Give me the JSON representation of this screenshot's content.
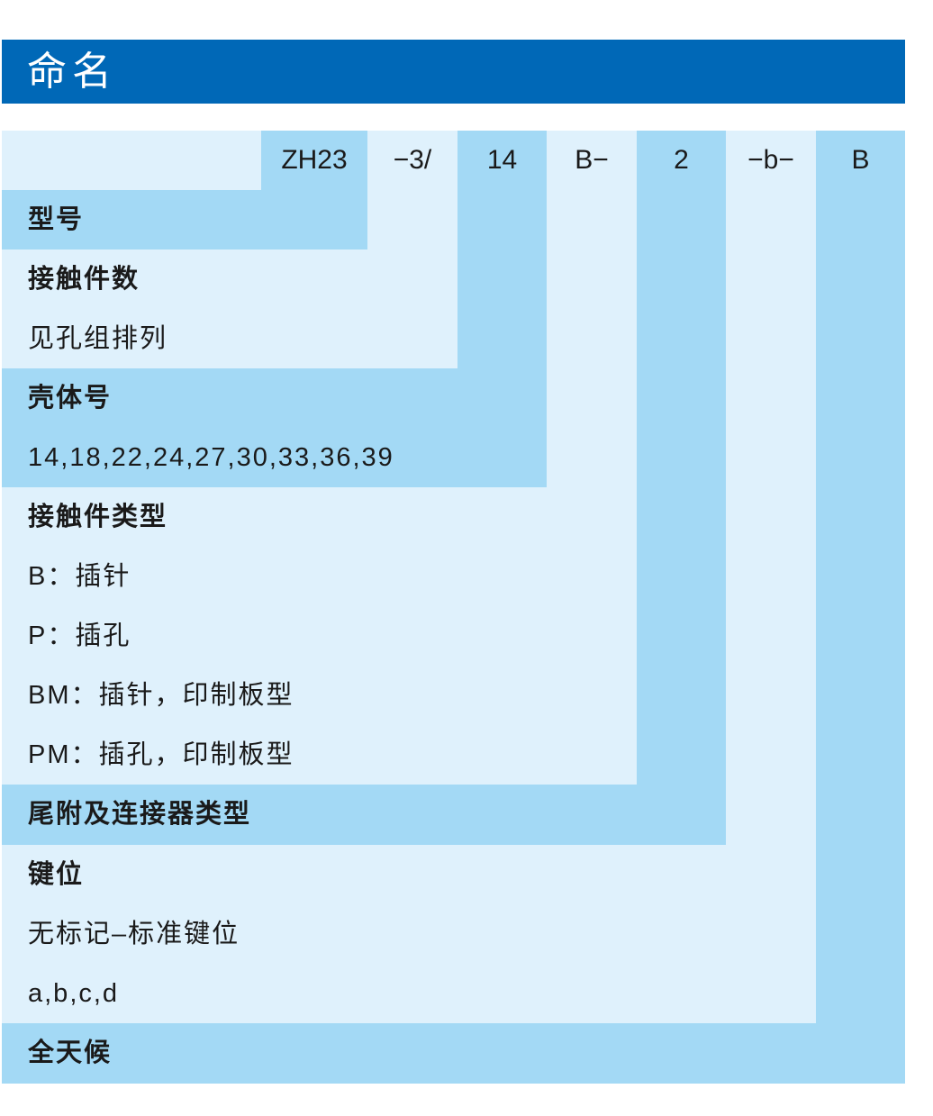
{
  "title": "命名",
  "code_parts": [
    "ZH23",
    "−3/",
    "14",
    "B−",
    "2",
    "−b−",
    "B"
  ],
  "rows": [
    {
      "text": "型号",
      "bold": true
    },
    {
      "text": "接触件数",
      "bold": true
    },
    {
      "text": "见孔组排列",
      "bold": false
    },
    {
      "text": "壳体号",
      "bold": true
    },
    {
      "text": "14,18,22,24,27,30,33,36,39",
      "bold": false
    },
    {
      "text": "接触件类型",
      "bold": true
    },
    {
      "text": "B：插针",
      "bold": false
    },
    {
      "text": "P：插孔",
      "bold": false
    },
    {
      "text": "BM：插针，印制板型",
      "bold": false
    },
    {
      "text": "PM：插孔，印制板型",
      "bold": false
    },
    {
      "text": "尾附及连接器类型",
      "bold": true
    },
    {
      "text": "键位",
      "bold": true
    },
    {
      "text": "无标记–标准键位",
      "bold": false
    },
    {
      "text": "a,b,c,d",
      "bold": false
    },
    {
      "text": "全天候",
      "bold": true
    }
  ],
  "colors": {
    "header": "#0068b7",
    "light": "#dff1fc",
    "dark": "#a3d9f5"
  }
}
